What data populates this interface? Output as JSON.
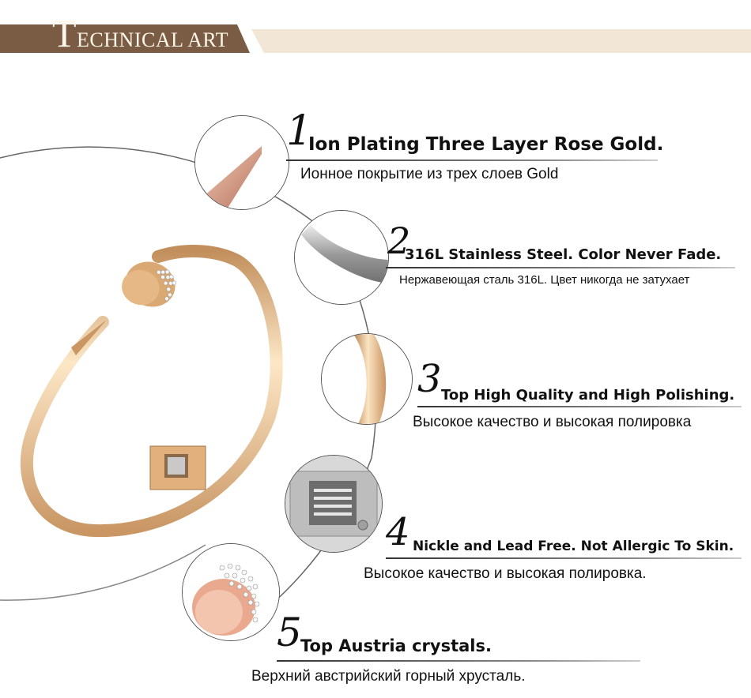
{
  "banner": {
    "title_initial": "T",
    "title_rest": "ECHNICAL ART",
    "color": "#7a5c44",
    "accent": "#f2e6d6"
  },
  "features": [
    {
      "number": "1",
      "en": "Ion Plating Three Layer Rose Gold.",
      "ru": "Ионное покрытие из трех слоев Gold",
      "image": "rose-gold-nail-tip"
    },
    {
      "number": "2",
      "en": "316L Stainless Steel. Color Never Fade.",
      "ru": "Нержавеющая сталь 316L. Цвет никогда не затухает",
      "image": "steel-band-curve"
    },
    {
      "number": "3",
      "en": "Top High Quality and High Polishing.",
      "ru": "Высокое качество и высокая полировка",
      "image": "gold-band-curve"
    },
    {
      "number": "4",
      "en": "Nickle and Lead Free. Not Allergic To Skin.",
      "ru": "Высокое качество и высокая полировка.",
      "image": "hinge-spring"
    },
    {
      "number": "5",
      "en": "Top Austria crystals.",
      "ru": "Верхний австрийский горный хрусталь.",
      "image": "crystal-nail-head"
    }
  ],
  "colors": {
    "gold": "#e8b98a",
    "rose_gold": "#e9a98f",
    "steel": "#b8b8b8",
    "brown": "#7a5c44"
  }
}
